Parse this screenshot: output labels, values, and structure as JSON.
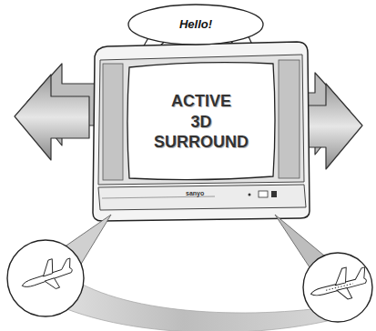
{
  "diagram": {
    "nodes": [
      {
        "text": [
          "Hello!"
        ]
      },
      {
        "text": [
          "ACTIVE 3D SURROUND"
        ]
      }
    ],
    "labels": [
      "sanyo"
    ]
  }
}
